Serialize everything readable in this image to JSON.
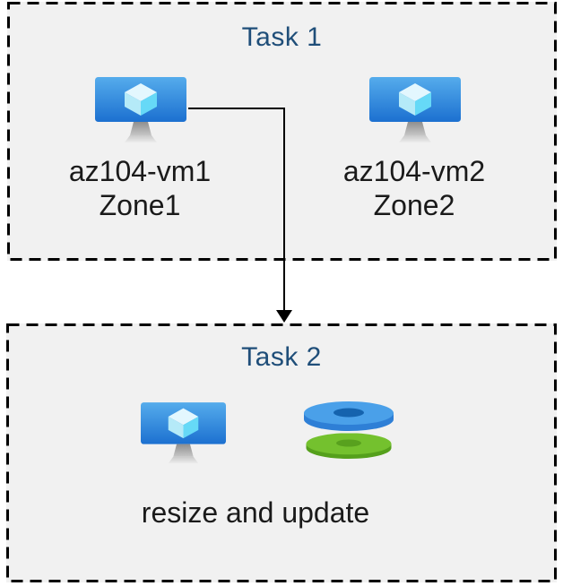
{
  "task1": {
    "title": "Task 1",
    "vms": [
      {
        "name": "az104-vm1",
        "zone": "Zone1",
        "icon": "azure-virtual-machine-icon"
      },
      {
        "name": "az104-vm2",
        "zone": "Zone2",
        "icon": "azure-virtual-machine-icon"
      }
    ]
  },
  "connector": {
    "icon": "down-arrow",
    "from": "az104-vm1",
    "to": "Task 2"
  },
  "task2": {
    "title": "Task 2",
    "caption": "resize and update",
    "icons": [
      "azure-virtual-machine-icon",
      "azure-disks-icon"
    ]
  },
  "colors": {
    "canvas_background": "#FFFFFF",
    "box_background": "#F1F1F1",
    "box_border": "#000000",
    "task_title": "#1F4E79",
    "label_text": "#1A1A1A",
    "connector_line": "#000000",
    "monitor_gradient_top": "#4FA6E9",
    "monitor_gradient_bottom": "#1C70D0",
    "cube_top_face": "#E3F7FE",
    "cube_left_face": "#B5EAF8",
    "cube_right_face": "#66D9F7",
    "stand_gray": "#A9A9A9",
    "disk_blue_top": "#4AA0E9",
    "disk_blue_side": "#2E7FD6",
    "disk_blue_hole": "#1563AE",
    "disk_green_top": "#74C12E",
    "disk_green_side": "#55A01C",
    "disk_green_hole": "#58A11E"
  }
}
